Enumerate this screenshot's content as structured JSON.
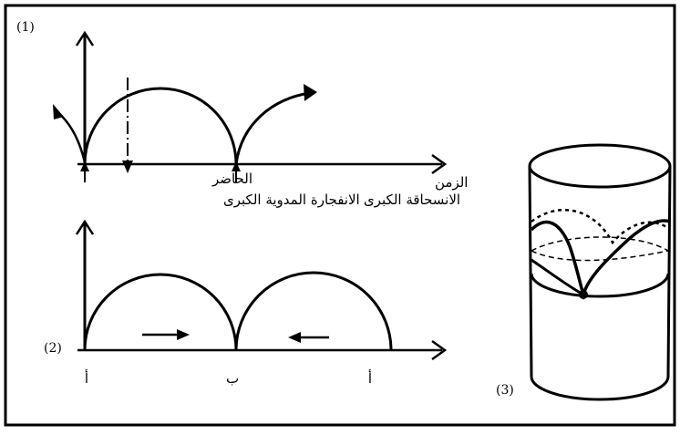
{
  "panel1": {
    "number": "(1)",
    "time_label": "الزمن",
    "present_label": "الحاضر",
    "big_bang_label": "الانفجارة المدوية الكبرى",
    "big_crunch_label": "الانسحاقة الكبرى"
  },
  "panel2": {
    "number": "(2)",
    "point_a_left": "أ",
    "point_b": "ب",
    "point_a_right": "أ"
  },
  "panel3": {
    "number": "(3)"
  }
}
